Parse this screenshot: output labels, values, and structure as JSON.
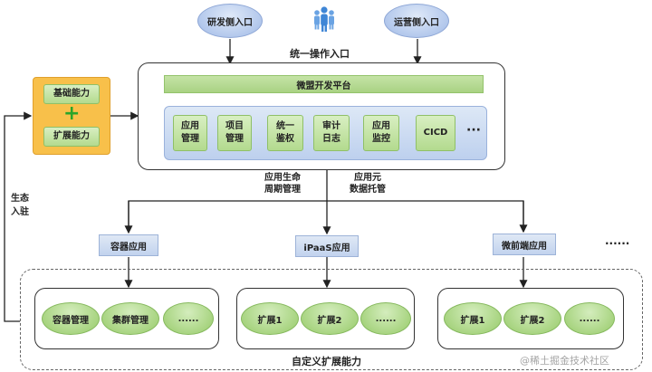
{
  "entries": {
    "dev_entry": "研发侧入口",
    "ops_entry": "运营侧入口",
    "unified_entry": "统一操作入口"
  },
  "platform": {
    "title": "微盟开发平台",
    "modules": [
      {
        "line1": "应用",
        "line2": "管理"
      },
      {
        "line1": "项目",
        "line2": "管理"
      },
      {
        "line1": "统一",
        "line2": "鉴权"
      },
      {
        "line1": "审计",
        "line2": "日志"
      },
      {
        "line1": "应用",
        "line2": "监控"
      },
      {
        "line1": "CICD",
        "line2": ""
      }
    ],
    "modules_more": "···"
  },
  "capabilities": {
    "base": "基础能力",
    "extend": "扩展能力",
    "plus": "+"
  },
  "ecosystem": {
    "line1": "生态",
    "line2": "入驻"
  },
  "edges": {
    "lifecycle": {
      "line1": "应用生命",
      "line2": "周期管理"
    },
    "metadata": {
      "line1": "应用元",
      "line2": "数据托管"
    }
  },
  "app_types": {
    "container": "容器应用",
    "ipaas": "iPaaS应用",
    "micro_frontend": "微前端应用",
    "more": "······"
  },
  "groups": {
    "container": [
      "容器管理",
      "集群管理",
      "......"
    ],
    "ipaas": [
      "扩展1",
      "扩展2",
      "......"
    ],
    "micro_frontend": [
      "扩展1",
      "扩展2",
      "......"
    ]
  },
  "custom_label": "自定义扩展能力",
  "watermark": "@稀土掘金技术社区"
}
